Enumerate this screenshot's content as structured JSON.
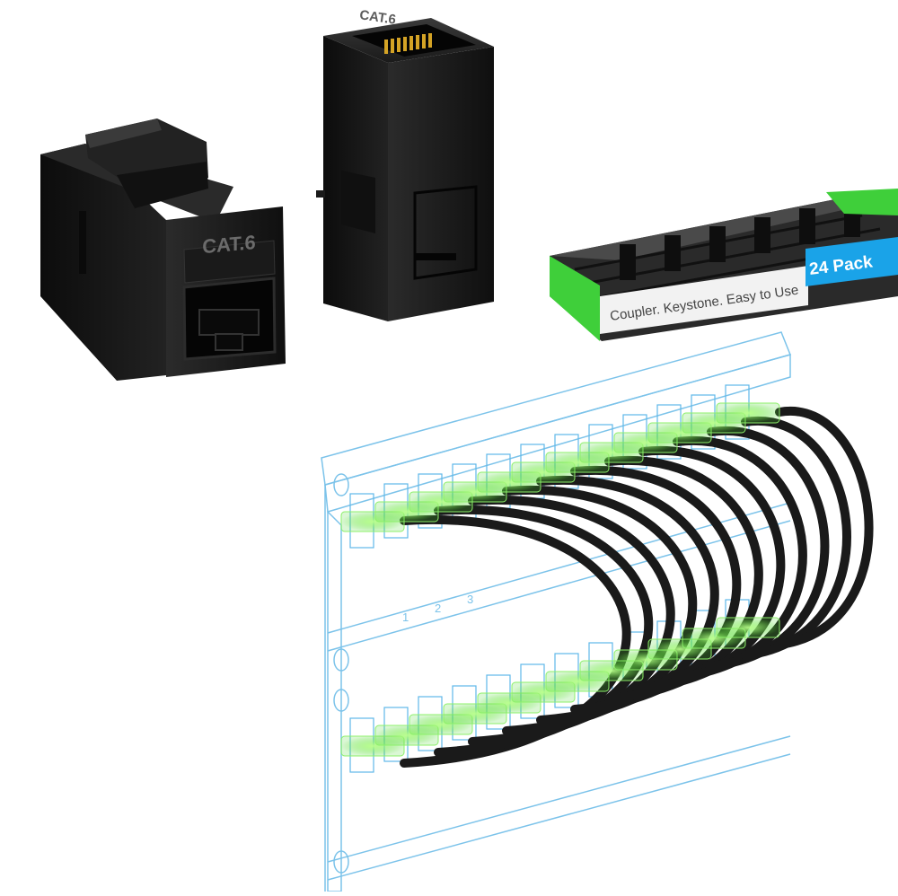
{
  "product": {
    "coupler_label_front": "CAT.6",
    "coupler_label_top": "CAT.6",
    "pack_caption": "Coupler. Keystone. Easy to Use",
    "pack_badge": "24 Pack",
    "panel_numbers": [
      "1",
      "2",
      "3"
    ]
  },
  "colors": {
    "coupler_body": "#1c1c1c",
    "accent_green": "#3fcf3a",
    "badge_blue": "#1aa3e8",
    "wireframe_blue": "#5fb8e8",
    "cable_black": "#1a1a1a",
    "led_green": "#6df04a"
  },
  "icons": [
    "coupler-sideways-icon",
    "coupler-upright-icon",
    "keystone-pack-icon",
    "patch-panel-illustration"
  ]
}
